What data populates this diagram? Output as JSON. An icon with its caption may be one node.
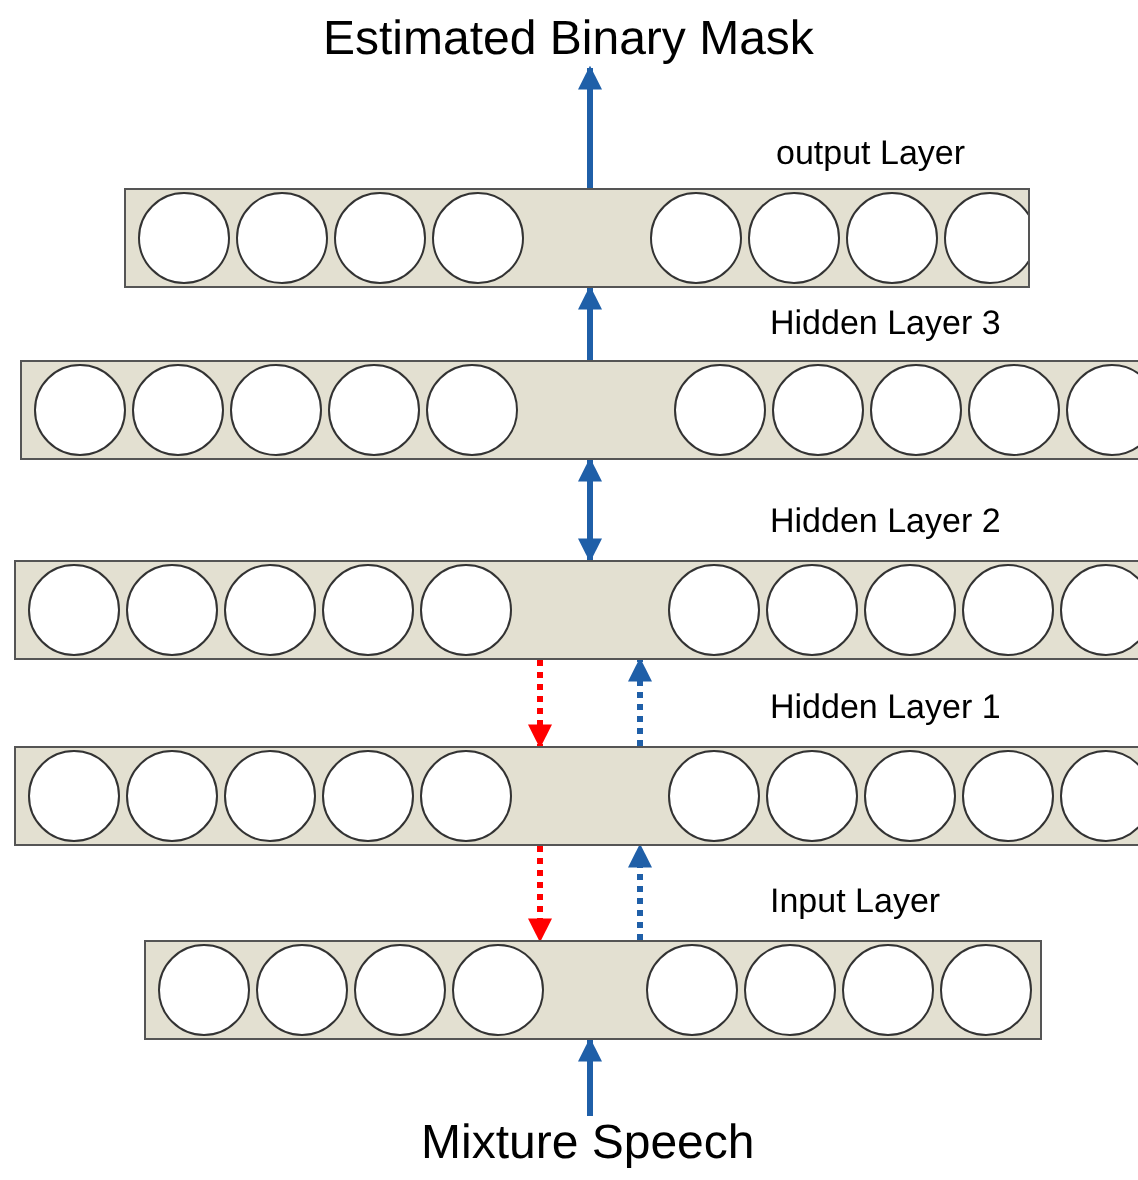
{
  "diagram": {
    "nodes": [
      {
        "text": [
          "Estimated Binary Mask"
        ]
      },
      {
        "text": [
          "output Layer"
        ]
      },
      {
        "text": [
          "Hidden Layer 3"
        ]
      },
      {
        "text": [
          "Hidden Layer 2"
        ]
      },
      {
        "text": [
          "Hidden Layer 1"
        ]
      },
      {
        "text": [
          "Input Layer"
        ]
      },
      {
        "text": [
          "Mixture Speech"
        ]
      }
    ],
    "edges": [
      {
        "from": 1,
        "to": 0,
        "arrow": "to"
      },
      {
        "from": 2,
        "to": 1,
        "arrow": "to"
      },
      {
        "from": 3,
        "to": 2,
        "arrow": "both"
      },
      {
        "from": 3,
        "to": 4,
        "arrow": "to",
        "style": "dashed",
        "color": "#ff0000"
      },
      {
        "from": 4,
        "to": 3,
        "arrow": "to",
        "style": "dashed"
      },
      {
        "from": 4,
        "to": 5,
        "arrow": "to",
        "style": "dashed",
        "color": "#ff0000"
      },
      {
        "from": 5,
        "to": 4,
        "arrow": "to",
        "style": "dashed"
      },
      {
        "from": 6,
        "to": 5,
        "arrow": "to"
      }
    ]
  }
}
